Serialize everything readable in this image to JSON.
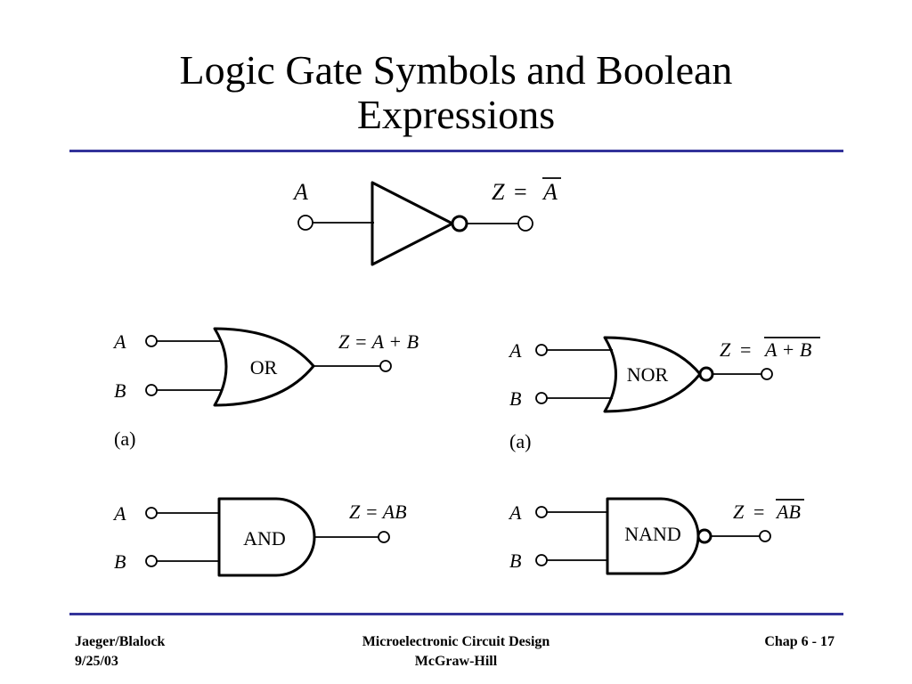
{
  "slide": {
    "title_line1": "Logic Gate Symbols and Boolean",
    "title_line2": "Expressions"
  },
  "colors": {
    "rule": "#33339a",
    "ink": "#000000",
    "background": "#ffffff"
  },
  "gates": {
    "not": {
      "input": "A",
      "output_z": "Z",
      "output_eq": "=",
      "output_expr": "A"
    },
    "or": {
      "name": "OR",
      "input_a": "A",
      "input_b": "B",
      "output": "Z = A + B",
      "caption": "(a)"
    },
    "nor": {
      "name": "NOR",
      "input_a": "A",
      "input_b": "B",
      "output_z": "Z",
      "output_eq": "=",
      "output_expr": "A + B",
      "caption": "(a)"
    },
    "and": {
      "name": "AND",
      "input_a": "A",
      "input_b": "B",
      "output": "Z = AB"
    },
    "nand": {
      "name": "NAND",
      "input_a": "A",
      "input_b": "B",
      "output_z": "Z",
      "output_eq": "=",
      "output_expr": "AB"
    }
  },
  "footer": {
    "authors": "Jaeger/Blalock",
    "date": "9/25/03",
    "book": "Microelectronic Circuit Design",
    "publisher": "McGraw-Hill",
    "page": "Chap 6 - 17"
  }
}
